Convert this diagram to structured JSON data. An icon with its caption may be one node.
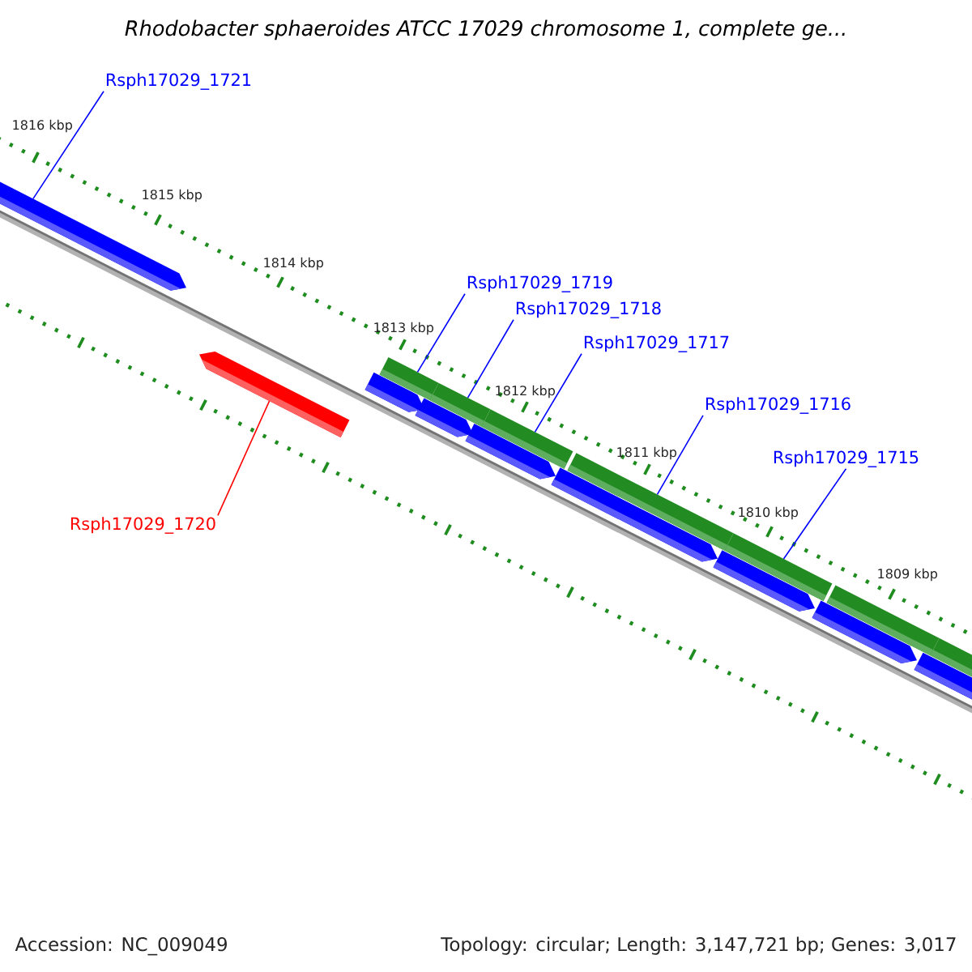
{
  "diagram": {
    "title": "Rhodobacter sphaeroides ATCC 17029 chromosome 1, complete ge...",
    "nodes": [
      {
        "text": [
          "Rsph17029_1721"
        ]
      },
      {
        "text": [
          "Rsph17029_1719"
        ]
      },
      {
        "text": [
          "Rsph17029_1718"
        ]
      },
      {
        "text": [
          "Rsph17029_1717"
        ]
      },
      {
        "text": [
          "Rsph17029_1716"
        ]
      },
      {
        "text": [
          "Rsph17029_1715"
        ]
      },
      {
        "text": [
          "Rsph17029_1720"
        ]
      },
      {
        "text": [],
        "shape": "arrow"
      },
      {
        "text": [],
        "shape": "bar"
      },
      {
        "text": [],
        "shape": "bar"
      },
      {
        "text": [],
        "shape": "bar"
      },
      {
        "text": [],
        "shape": "bar"
      },
      {
        "text": [],
        "shape": "bar"
      },
      {
        "text": [],
        "shape": "arrow"
      },
      {
        "text": [],
        "shape": "arrow"
      },
      {
        "text": [],
        "shape": "arrow"
      },
      {
        "text": [],
        "shape": "arrow"
      },
      {
        "text": [],
        "shape": "arrow"
      },
      {
        "text": [],
        "shape": "arrow"
      },
      {
        "text": [],
        "shape": "arrow"
      },
      {
        "text": [],
        "shape": "bar"
      },
      {
        "text": [],
        "shape": "arrow"
      },
      {
        "text": [],
        "shape": "bar"
      }
    ],
    "edges": [
      {
        "from": 0,
        "to": 7,
        "arrow": "none"
      },
      {
        "from": 1,
        "to": 8,
        "arrow": "none"
      },
      {
        "from": 2,
        "to": 9,
        "arrow": "none"
      },
      {
        "from": 3,
        "to": 10,
        "arrow": "none"
      },
      {
        "from": 4,
        "to": 11,
        "arrow": "none"
      },
      {
        "from": 5,
        "to": 12,
        "arrow": "none"
      },
      {
        "from": 6,
        "to": 13,
        "arrow": "none",
        "color": "#ff0000"
      }
    ],
    "labels": [
      "1816 kbp",
      "1815 kbp",
      "1814 kbp",
      "1813 kbp",
      "1812 kbp",
      "1811 kbp",
      "1810 kbp",
      "1809 kbp",
      "Accession: NC_009049",
      "Topology: circular; Length: 3,147,721 bp; Genes: 3,017"
    ]
  }
}
